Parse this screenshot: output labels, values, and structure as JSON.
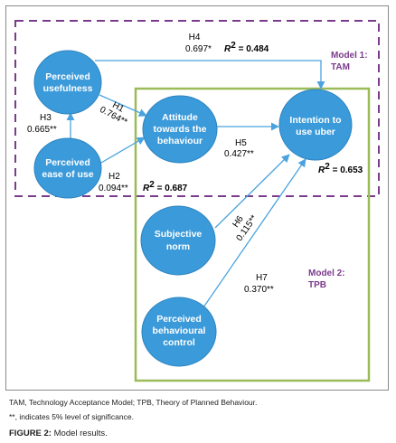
{
  "nodes": {
    "perceived_usefulness": [
      "Perceived",
      "usefulness"
    ],
    "perceived_ease_of_use": [
      "Perceived",
      "ease of use"
    ],
    "attitude": [
      "Attitude",
      "towards the",
      "behaviour"
    ],
    "intention": [
      "Intention to",
      "use uber"
    ],
    "subjective_norm": [
      "Subjective",
      "norm"
    ],
    "pbc": [
      "Perceived",
      "behavioural",
      "control"
    ]
  },
  "paths": {
    "h1": {
      "label": "H1",
      "value": "0.764**"
    },
    "h2": {
      "label": "H2",
      "value": "0.094**"
    },
    "h3": {
      "label": "H3",
      "value": "0.665**"
    },
    "h4": {
      "label": "H4",
      "value": "0.697*"
    },
    "h5": {
      "label": "H5",
      "value": "0.427**"
    },
    "h6": {
      "label": "H6",
      "value": "0.115**"
    },
    "h7": {
      "label": "H7",
      "value": "0.370**"
    }
  },
  "r_squared": {
    "attitude_prefix": "R",
    "attitude_value": "2 = 0.687",
    "intention_from_usefulness_prefix": "R",
    "intention_from_usefulness_value": "2 = 0.484",
    "intention_prefix": "R",
    "intention_value": "2 = 0.653"
  },
  "models": {
    "model1": [
      "Model 1:",
      "TAM"
    ],
    "model2": [
      "Model 2:",
      "TPB"
    ]
  },
  "captions": {
    "abbrev": "TAM, Technology Acceptance Model; TPB, Theory of Planned Behaviour.",
    "significance": "**, indicates 5% level of significance.",
    "figure_label": "FIGURE 2:",
    "figure_title": " Model results."
  },
  "colors": {
    "node_fill": "#3b9ad9",
    "node_stroke": "#2e84c0",
    "model1_border": "#7a3b8c",
    "model2_border": "#9bbb59",
    "arrow": "#4aa3df"
  }
}
